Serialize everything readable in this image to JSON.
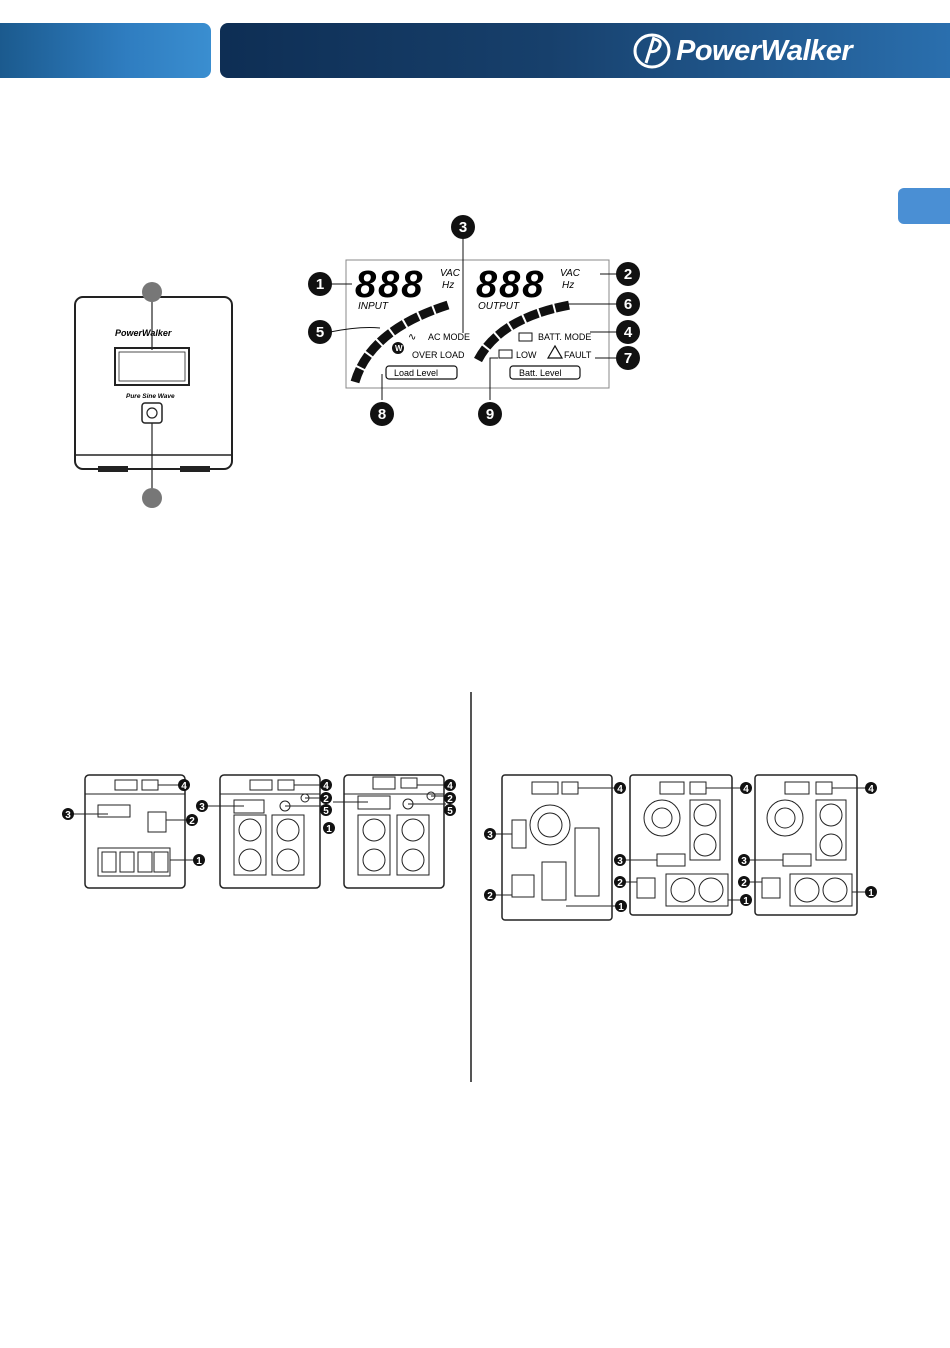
{
  "header": {
    "brand": "PowerWalker"
  },
  "front_panel": {
    "logo_text": "PowerWalker",
    "caption": "Pure Sine Wave"
  },
  "lcd": {
    "input_digits": "888",
    "output_digits": "888",
    "unit_vac": "VAC",
    "unit_hz": "Hz",
    "input_label": "INPUT",
    "output_label": "OUTPUT",
    "ac_mode": "AC MODE",
    "over_load": "OVER LOAD",
    "batt_mode": "BATT. MODE",
    "low": "LOW",
    "fault": "FAULT",
    "load_level": "Load Level",
    "batt_level": "Batt. Level",
    "warn_letter": "W",
    "callouts": [
      "1",
      "2",
      "3",
      "4",
      "5",
      "6",
      "7",
      "8",
      "9"
    ]
  },
  "rear_left": {
    "callouts": [
      "1",
      "2",
      "3",
      "4",
      "5"
    ]
  },
  "rear_right": {
    "callouts": [
      "1",
      "2",
      "3",
      "4"
    ]
  },
  "colors": {
    "header_dark": "#0e2e54",
    "header_light": "#2f7dc0",
    "tab": "#4a8fd4"
  }
}
